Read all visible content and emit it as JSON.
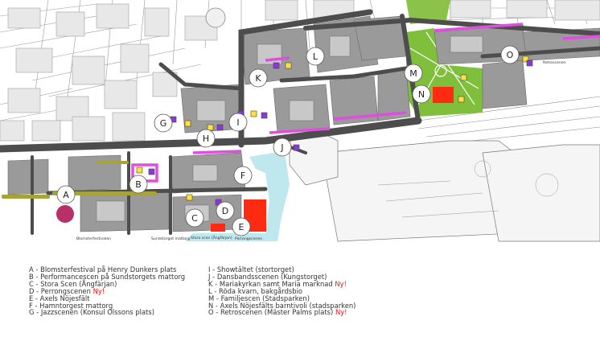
{
  "map": {
    "markers": [
      {
        "letter": "A",
        "role": "stage-marker-a"
      },
      {
        "letter": "B",
        "role": "stage-marker-b"
      },
      {
        "letter": "C",
        "role": "stage-marker-c"
      },
      {
        "letter": "D",
        "role": "stage-marker-d"
      },
      {
        "letter": "E",
        "role": "stage-marker-e"
      },
      {
        "letter": "F",
        "role": "stage-marker-f"
      },
      {
        "letter": "G",
        "role": "stage-marker-g"
      },
      {
        "letter": "H",
        "role": "stage-marker-h"
      },
      {
        "letter": "I",
        "role": "stage-marker-i"
      },
      {
        "letter": "J",
        "role": "stage-marker-j"
      },
      {
        "letter": "K",
        "role": "stage-marker-k"
      },
      {
        "letter": "L",
        "role": "stage-marker-l"
      },
      {
        "letter": "M",
        "role": "stage-marker-m"
      },
      {
        "letter": "N",
        "role": "stage-marker-n"
      },
      {
        "letter": "O",
        "role": "stage-marker-o"
      }
    ],
    "small_labels": {
      "blomster": "Blomsterfestivalen",
      "sundstorget": "Sundstorget mattorg",
      "stora_scen": "Stora scen (Ångfärjan)",
      "perrong": "Perrongscenen",
      "retroscenen": "Retroscenen"
    },
    "colors": {
      "building": "#9a9a9a",
      "block": "#c8c8c8",
      "road": "#4d4d4d",
      "water": "#bfe8ee",
      "park": "#7fbf3b",
      "highlight": "#e04ee0",
      "stage": "#ff2a12",
      "marker_fill": "#ffffff"
    }
  },
  "legend": {
    "left": [
      {
        "text": "A - Blomsterfestival på Henry Dunkers plats",
        "new": ""
      },
      {
        "text": "B - Performancescen på Sundstorgets mattorg",
        "new": ""
      },
      {
        "text": "C - Stora Scen (Ångfärjan)",
        "new": ""
      },
      {
        "text": "D - Perrongscenen ",
        "new": "Ny!"
      },
      {
        "text": "E - Axels Nöjesfält",
        "new": ""
      },
      {
        "text": "F - Hamntorgest mattorg",
        "new": ""
      },
      {
        "text": "G - Jazzscenen (Konsul Olssons plats)",
        "new": ""
      }
    ],
    "right": [
      {
        "text": "I - Showtältet (stortorget)",
        "new": ""
      },
      {
        "text": "J - Dansbandsscenen (Kungstorget)",
        "new": ""
      },
      {
        "text": "K - Mariakyrkan samt Maria marknad ",
        "new": "Ny!"
      },
      {
        "text": "L - Röda kvarn, bakgårdsbio",
        "new": ""
      },
      {
        "text": "M - Familjescen (Stadsparken)",
        "new": ""
      },
      {
        "text": "N - Axels Nöjesfälts barntivoli (stadsparken)",
        "new": ""
      },
      {
        "text": "O - Retroscenen (Mäster Palms plats) ",
        "new": "Ny!"
      }
    ]
  }
}
